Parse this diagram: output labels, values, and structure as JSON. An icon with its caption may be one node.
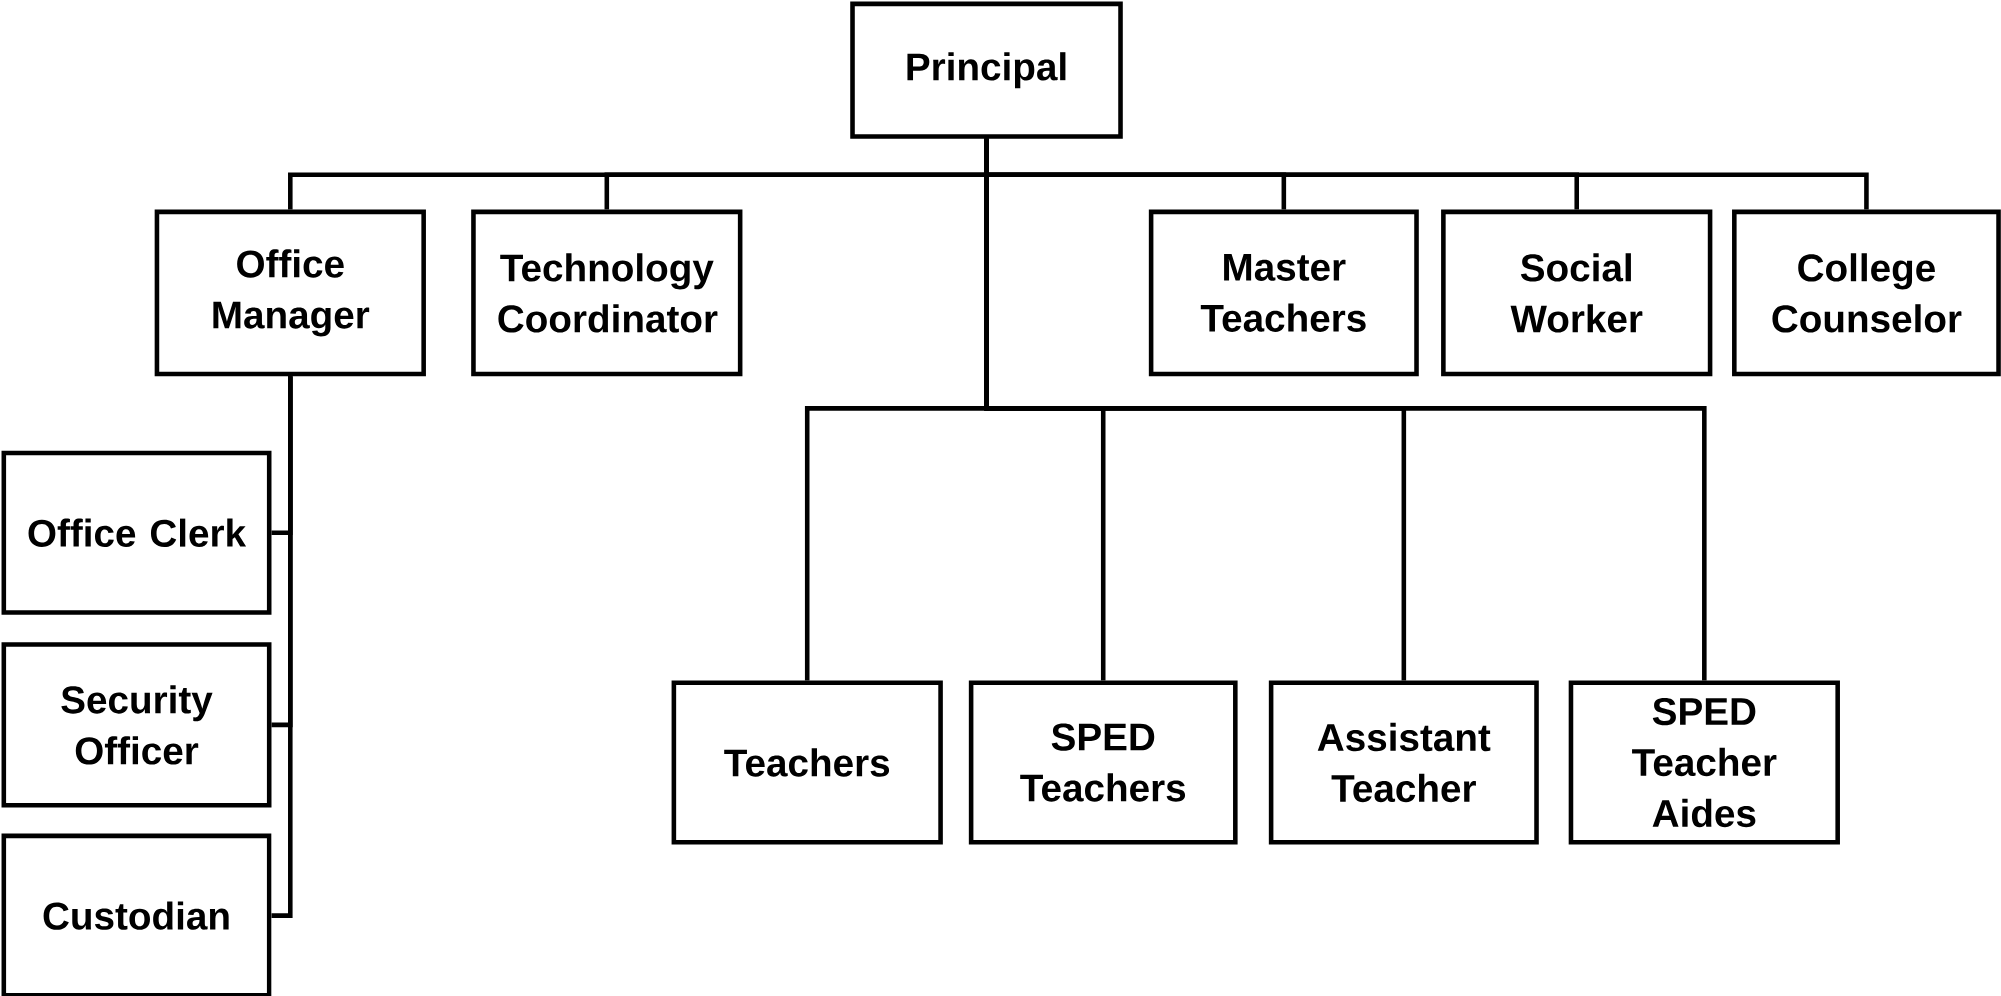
{
  "diagram": {
    "nodes": [
      {
        "text": [
          "Principal"
        ]
      },
      {
        "text": [
          "Office Manager"
        ]
      },
      {
        "text": [
          "Technology Coordinator"
        ]
      },
      {
        "text": [
          "Master Teachers"
        ]
      },
      {
        "text": [
          "Social Worker"
        ]
      },
      {
        "text": [
          "College Counselor"
        ]
      },
      {
        "text": [
          "Office Clerk"
        ]
      },
      {
        "text": [
          "Security Officer"
        ]
      },
      {
        "text": [
          "Custodian"
        ]
      },
      {
        "text": [
          "Teachers"
        ]
      },
      {
        "text": [
          "SPED Teachers"
        ]
      },
      {
        "text": [
          "Assistant Teacher"
        ]
      },
      {
        "text": [
          "SPED Teacher Aides"
        ]
      }
    ],
    "edges": [
      {
        "from": 0,
        "to": 1,
        "arrow": "none"
      },
      {
        "from": 0,
        "to": 2,
        "arrow": "none"
      },
      {
        "from": 0,
        "to": 3,
        "arrow": "none"
      },
      {
        "from": 0,
        "to": 4,
        "arrow": "none"
      },
      {
        "from": 0,
        "to": 5,
        "arrow": "none"
      },
      {
        "from": 0,
        "to": 9,
        "arrow": "none"
      },
      {
        "from": 0,
        "to": 10,
        "arrow": "none"
      },
      {
        "from": 0,
        "to": 11,
        "arrow": "none"
      },
      {
        "from": 0,
        "to": 12,
        "arrow": "none"
      },
      {
        "from": 1,
        "to": 6,
        "arrow": "none"
      },
      {
        "from": 1,
        "to": 7,
        "arrow": "none"
      },
      {
        "from": 1,
        "to": 8,
        "arrow": "none"
      }
    ]
  }
}
